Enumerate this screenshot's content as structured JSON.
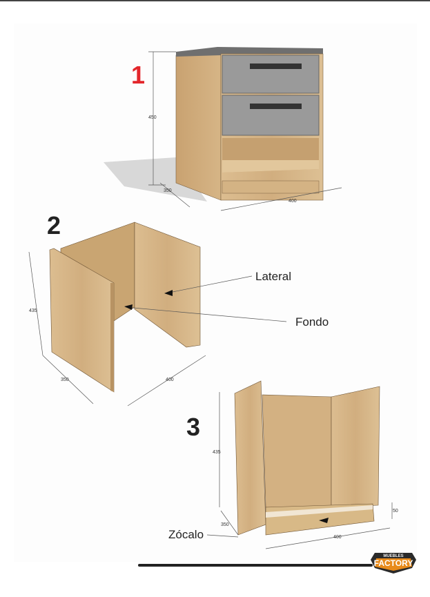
{
  "steps": {
    "step1": {
      "number": "1",
      "dims": {
        "height": "450",
        "depth": "350",
        "width": "400"
      }
    },
    "step2": {
      "number": "2",
      "dims": {
        "height": "435",
        "depth": "350",
        "width": "400"
      },
      "labels": {
        "lateral": "Lateral",
        "fondo": "Fondo"
      }
    },
    "step3": {
      "number": "3",
      "dims": {
        "height": "435",
        "depth": "350",
        "width": "400",
        "plinth": "50"
      },
      "labels": {
        "zocalo": "Zócalo"
      }
    }
  },
  "logo": {
    "top": "MUEBLES",
    "main": "FACTORY"
  },
  "colors": {
    "accent": "#e3262b",
    "wood": "#d9b98c",
    "drawer": "#9a9a9a"
  }
}
